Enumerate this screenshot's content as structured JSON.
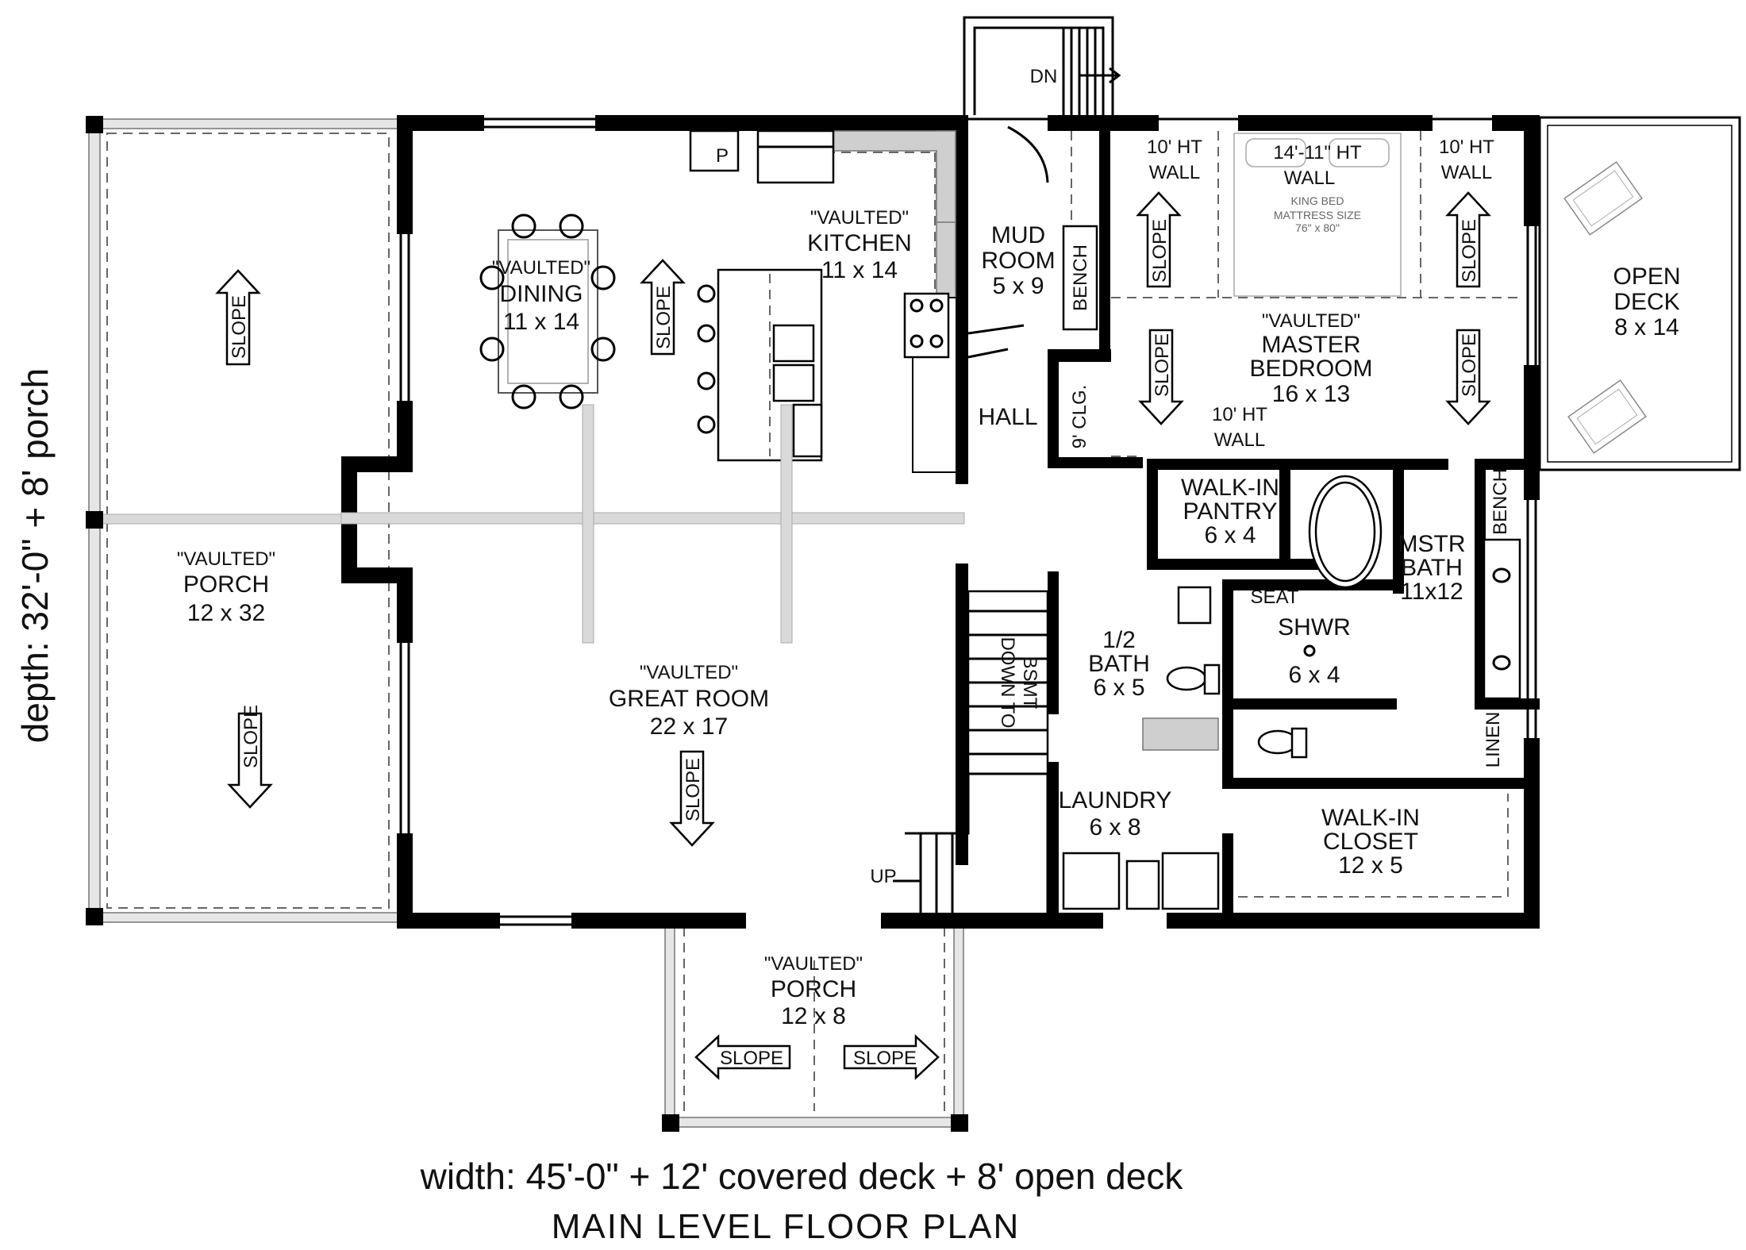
{
  "rooms": {
    "porch_side": {
      "tag": "\"VAULTED\"",
      "name": "PORCH",
      "size": "12 x 32"
    },
    "dining": {
      "tag": "\"VAULTED\"",
      "name": "DINING",
      "size": "11 x 14"
    },
    "kitchen": {
      "tag": "\"VAULTED\"",
      "name": "KITCHEN",
      "size": "11 x 14"
    },
    "mud_room": {
      "name_line1": "MUD",
      "name_line2": "ROOM",
      "size": "5 x 9"
    },
    "hall": {
      "name": "HALL"
    },
    "master_bedroom": {
      "tag": "\"VAULTED\"",
      "name_line1": "MASTER",
      "name_line2": "BEDROOM",
      "size": "16 x 13"
    },
    "open_deck": {
      "name_line1": "OPEN",
      "name_line2": "DECK",
      "size": "8 x 14"
    },
    "walk_in_pantry": {
      "name_line1": "WALK-IN",
      "name_line2": "PANTRY",
      "size": "6 x 4"
    },
    "mstr_bath": {
      "name_line1": "MSTR",
      "name_line2": "BATH",
      "size": "11x12"
    },
    "half_bath": {
      "name_line1": "1/2",
      "name_line2": "BATH",
      "size": "6 x 5"
    },
    "shower": {
      "name": "SHWR",
      "size": "6 x 4"
    },
    "great_room": {
      "tag": "\"VAULTED\"",
      "name": "GREAT ROOM",
      "size": "22 x 17"
    },
    "laundry": {
      "name": "LAUNDRY",
      "size": "6 x 8"
    },
    "walk_in_closet": {
      "name_line1": "WALK-IN",
      "name_line2": "CLOSET",
      "size": "12 x 5"
    },
    "porch_front": {
      "tag": "\"VAULTED\"",
      "name": "PORCH",
      "size": "12 x 8"
    }
  },
  "notes": {
    "wall_ht_left_1": "10' HT",
    "wall_ht_left_2": "WALL",
    "wall_ht_center_1": "14'-11\" HT",
    "wall_ht_center_2": "WALL",
    "wall_ht_right_1": "10' HT",
    "wall_ht_right_2": "WALL",
    "wall_ht_bottom_1": "10' HT",
    "wall_ht_bottom_2": "WALL",
    "closet_9clg": "9' CLG.",
    "bench_mud": "BENCH",
    "bench_bath": "BENCH",
    "seat": "SEAT",
    "linen": "LINEN",
    "pantry_p": "P",
    "stairs_down": "DN",
    "stairs_up": "UP",
    "down_to_bsmt_1": "DOWN TO",
    "down_to_bsmt_2": "BSMT",
    "king_bed_1": "KING BED",
    "king_bed_2": "MATTRESS SIZE",
    "king_bed_3": "76\" x 80\"",
    "slope": "SLOPE"
  },
  "dimensions": {
    "depth": "depth: 32'-0\" + 8' porch",
    "width": "width: 45'-0\" + 12' covered deck + 8' open deck"
  },
  "title": "MAIN LEVEL FLOOR PLAN"
}
